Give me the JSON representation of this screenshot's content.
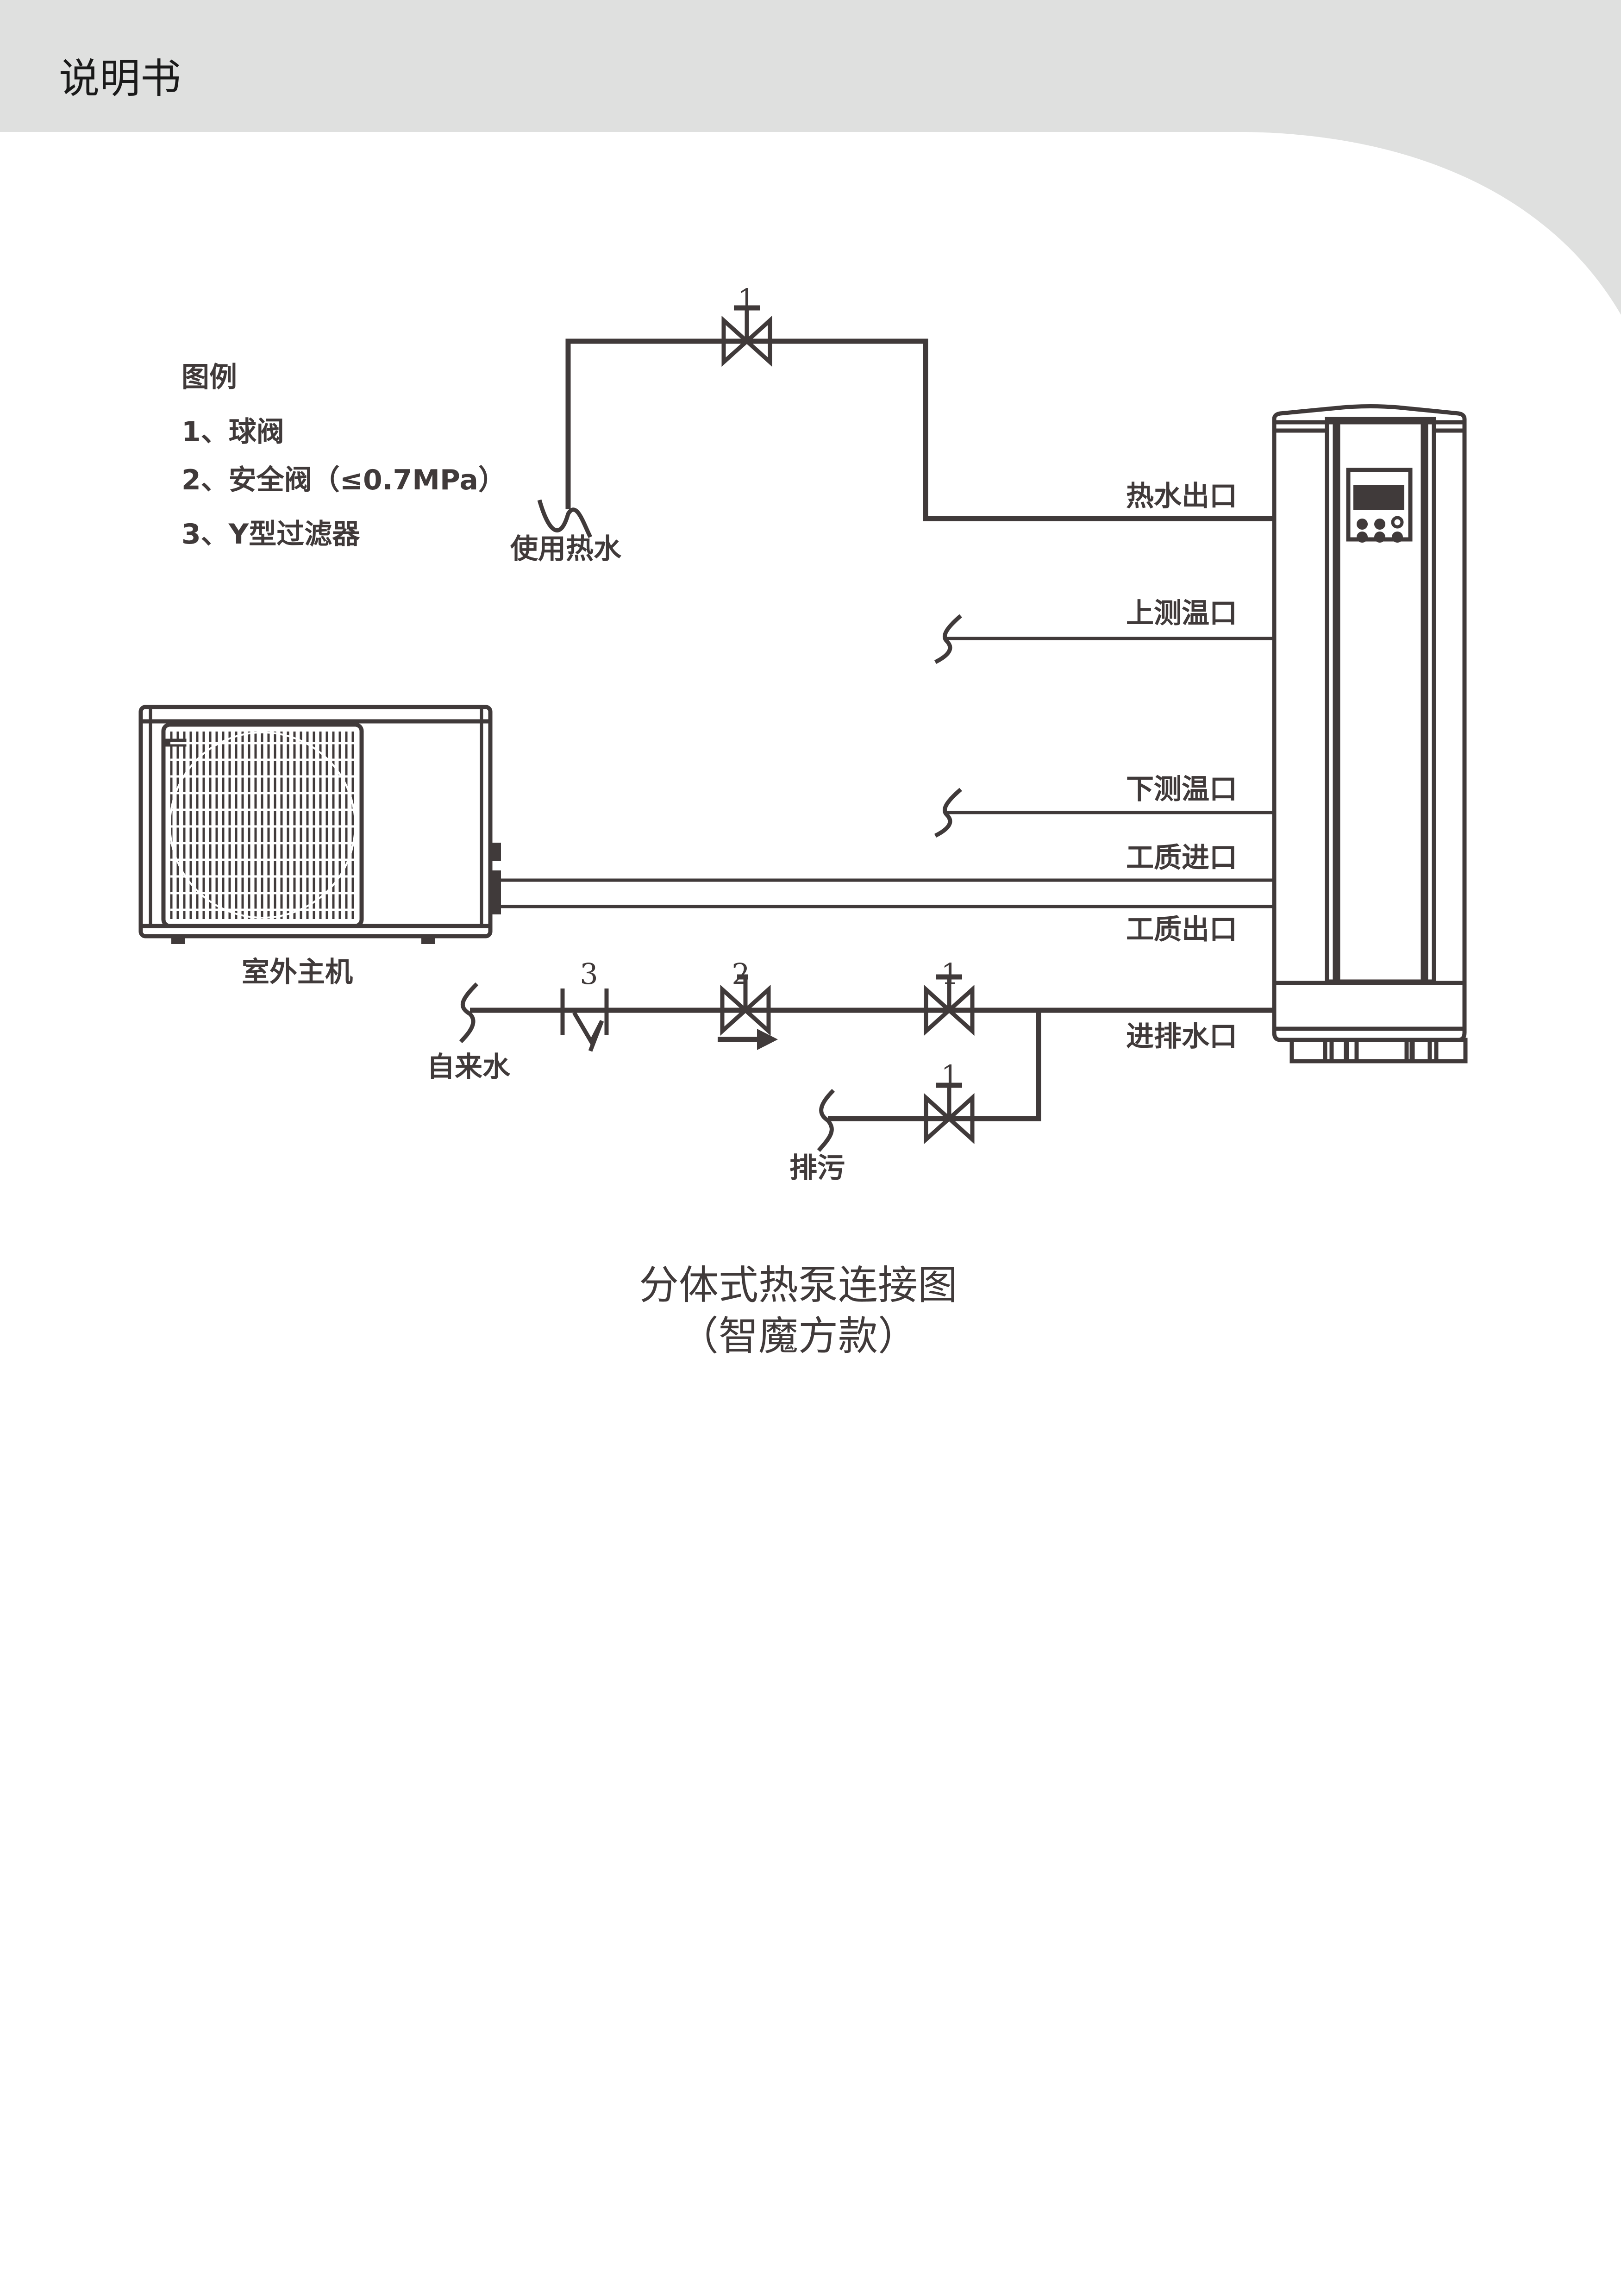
{
  "header": {
    "title": "说明书",
    "band_color": "#dfe0df"
  },
  "legend": {
    "heading": "图例",
    "items": [
      "1、球阀",
      "2、安全阀（≤0.7MPa）",
      "3、Y型过滤器"
    ]
  },
  "labels": {
    "hot_water_use": "使用热水",
    "hot_water_outlet": "热水出口",
    "upper_temp_port": "上测温口",
    "lower_temp_port": "下测温口",
    "refrigerant_inlet": "工质进口",
    "refrigerant_outlet": "工质出口",
    "water_in_drain_port": "进排水口",
    "outdoor_unit": "室外主机",
    "tap_water": "自来水",
    "drain": "排污"
  },
  "component_numbers": {
    "top_valve": "1",
    "filter": "3",
    "safety_valve": "2",
    "inlet_valve": "1",
    "drain_valve": "1"
  },
  "caption": {
    "title": "分体式热泵连接图",
    "subtitle": "（智魔方款）"
  },
  "colors": {
    "line": "#403a3a"
  }
}
